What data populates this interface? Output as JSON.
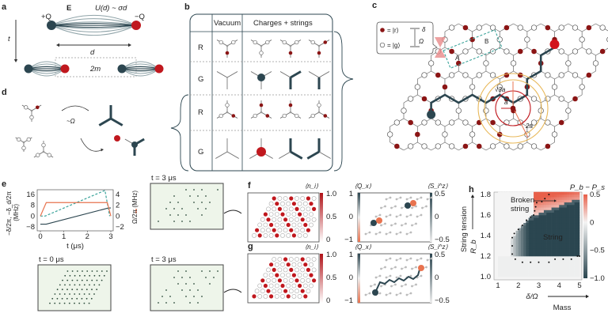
{
  "colors": {
    "charge_blue": "#2c4650",
    "charge_red": "#c0181e",
    "rydberg_atom": "#8b1515",
    "field_line": "#8fa3a8",
    "string": "#2c4650",
    "orange": "#e8734f",
    "teal": "#3aa39a",
    "ring_gold": "#e8b85a",
    "snapshot_bg": "#eef5ea"
  },
  "panel_a": {
    "label": "a",
    "plus_q": "+Q",
    "minus_q": "−Q",
    "field": "E",
    "potential": "U(d) ~ σd",
    "time": "t",
    "distance": "d",
    "pair_energy": "2m"
  },
  "panel_b": {
    "label": "b",
    "col_vacuum": "Vacuum",
    "col_charges": "Charges + strings",
    "rows": [
      "R",
      "G",
      "R",
      "G"
    ]
  },
  "panel_c": {
    "label": "c",
    "legend_r": "= |r⟩",
    "legend_g": "= |g⟩",
    "delta": "δ",
    "omega": "Ω",
    "site_a": "A",
    "site_b": "B",
    "radius_a": "a",
    "radius_sqrt3a": "√3a",
    "radius_2a": "2a"
  },
  "panel_d": {
    "label": "d",
    "omega": "~Ω"
  },
  "panel_e": {
    "label": "e",
    "snapshot_titles": [
      "t = 3 μs",
      "t = 0 μs",
      "t = 3 μs"
    ]
  },
  "panel_f": {
    "label": "f",
    "n_label": "⟨n_i⟩",
    "q_label": "⟨Q_x⟩",
    "s_label": "⟨S_i^z⟩",
    "n_ticks": [
      "1.0",
      "0.5",
      "0"
    ],
    "q_ticks": [
      "1",
      "0",
      "−1"
    ],
    "s_ticks": [
      "0.5",
      "0",
      "−0.5"
    ]
  },
  "panel_g": {
    "label": "g",
    "n_label": "⟨n_i⟩",
    "q_label": "⟨Q_x⟩",
    "s_label": "⟨S_i^z⟩",
    "n_ticks": [
      "1.0",
      "0.5",
      "0"
    ],
    "q_ticks": [
      "1",
      "0",
      "−1"
    ],
    "s_ticks": [
      "0.5",
      "0",
      "−0.5"
    ]
  },
  "panel_h": {
    "label": "h",
    "y_arrow_label": "String tension",
    "x_arrow_label": "Mass",
    "annotation_broken": [
      "Broken",
      "string"
    ],
    "annotation_string": "String"
  },
  "chart_data": [
    {
      "panel": "e",
      "type": "line",
      "xlabel": "t (μs)",
      "ylabel_left": "−δ/2π, −δ_d/2π (MHz)",
      "ylabel_right": "Ω/2π (MHz)",
      "xlim": [
        0,
        3.1
      ],
      "ylim_left": [
        -8,
        18
      ],
      "ylim_right": [
        -2,
        4.5
      ],
      "xticks": [
        "0",
        "1",
        "2",
        "3"
      ],
      "yticks_left": [
        "16",
        "8",
        "0",
        "−8"
      ],
      "yticks_right": [
        "4",
        "2",
        "0",
        "−2"
      ],
      "series": [
        {
          "name": "−δ/2π",
          "axis": "left",
          "color": "#2c4650",
          "style": "solid",
          "x": [
            0,
            0.25,
            2.9,
            3.0
          ],
          "y": [
            -6,
            -6,
            6,
            6
          ]
        },
        {
          "name": "−δ_d/2π",
          "axis": "left",
          "color": "#3aa39a",
          "style": "dashed",
          "x": [
            0,
            0.2,
            2.75,
            2.95
          ],
          "y": [
            0,
            0,
            19,
            0
          ]
        },
        {
          "name": "Ω/2π",
          "axis": "right",
          "color": "#e8734f",
          "style": "solid",
          "x": [
            0,
            0.25,
            2.85,
            3.0
          ],
          "y": [
            0,
            2.5,
            2.5,
            0
          ]
        }
      ]
    },
    {
      "panel": "h",
      "type": "heatmap",
      "xlabel": "δ/Ω",
      "ylabel": "R_b",
      "xlim": [
        1,
        5
      ],
      "ylim": [
        1.0,
        1.8
      ],
      "xticks": [
        "1",
        "2",
        "3",
        "4",
        "5"
      ],
      "yticks": [
        "1.8",
        "1.6",
        "1.4",
        "1.2",
        "1.0"
      ],
      "colorbar_title": "P_b − P_s",
      "colorbar_range": [
        -1.0,
        0.5
      ],
      "colorbar_ticks": [
        "0.5",
        "0",
        "−0.5",
        "−1.0"
      ],
      "boundary_points": [
        [
          3.5,
          1.8
        ],
        [
          3.3,
          1.76
        ],
        [
          3.15,
          1.73
        ],
        [
          2.9,
          1.72
        ],
        [
          2.85,
          1.68
        ],
        [
          2.8,
          1.64
        ],
        [
          2.75,
          1.6
        ],
        [
          2.6,
          1.58
        ],
        [
          2.4,
          1.55
        ],
        [
          2.2,
          1.5
        ],
        [
          2.0,
          1.46
        ],
        [
          1.8,
          1.42
        ],
        [
          1.7,
          1.38
        ],
        [
          1.7,
          1.3
        ],
        [
          1.7,
          1.22
        ],
        [
          1.85,
          1.17
        ],
        [
          2.2,
          1.14
        ],
        [
          2.6,
          1.14
        ],
        [
          3.0,
          1.14
        ],
        [
          3.5,
          1.14
        ],
        [
          3.8,
          1.17
        ],
        [
          4.2,
          1.17
        ],
        [
          4.6,
          1.17
        ],
        [
          4.9,
          1.2
        ],
        [
          5.0,
          1.2
        ]
      ]
    }
  ]
}
